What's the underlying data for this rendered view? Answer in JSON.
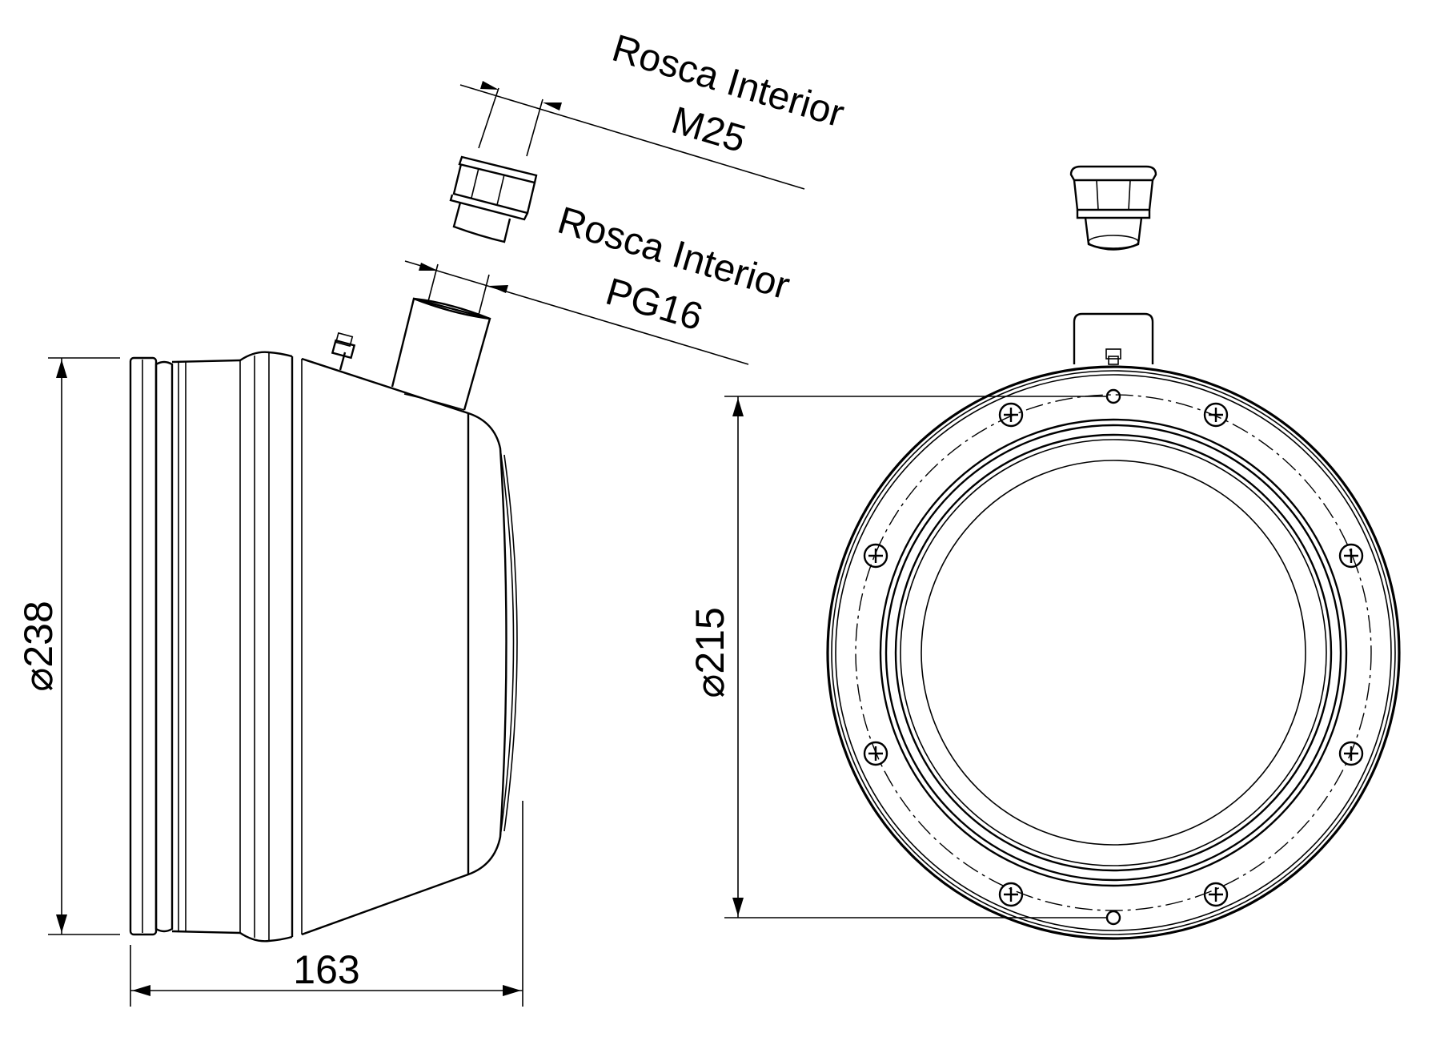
{
  "dimensions": {
    "side_diameter": "238",
    "side_length": "163",
    "front_diameter": "215",
    "diameter_symbol": "⌀"
  },
  "callouts": {
    "top_line1": "Rosca Interior",
    "top_line2": "M25",
    "lower_line1": "Rosca Interior",
    "lower_line2": "PG16"
  }
}
